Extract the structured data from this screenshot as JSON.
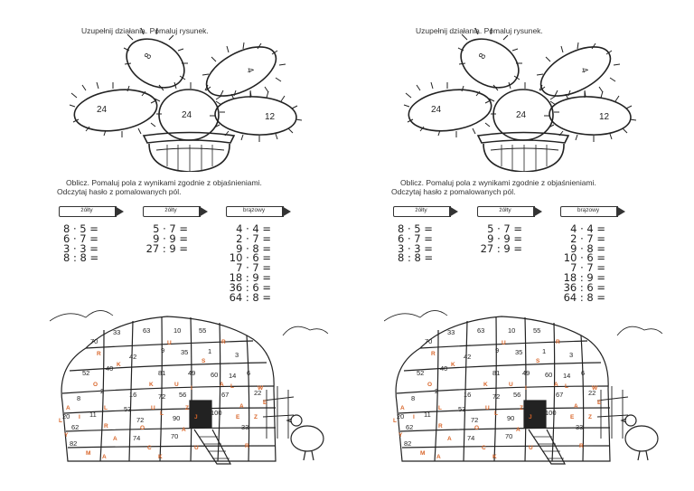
{
  "pages": [
    {
      "instruction1": "Uzupełnij działania. Pomaluj rysunek.",
      "cactus_numbers": [
        "8",
        "24",
        "24",
        "12",
        "4"
      ],
      "instruction2_line1": "Oblicz. Pomaluj pola z wynikami zgodnie z objaśnieniami.",
      "instruction2_line2": "Odczytaj hasło z pomalowanych pól.",
      "pencils": [
        "żółty",
        "żółty",
        "brązowy"
      ],
      "col1": [
        "8 · 5 =",
        "6 · 7 =",
        "3 · 3 =",
        "8 : 8 ="
      ],
      "col2": [
        "5 · 7 =",
        "9 · 9 =",
        "27 : 9 ="
      ],
      "col3": [
        "4 · 4 =",
        "2 · 7 =",
        "9 · 8 =",
        "10 · 6 =",
        "7 · 7 =",
        "18 : 9 =",
        "36 : 6 =",
        "64 : 8 ="
      ],
      "hut_numbers": [
        "70",
        "33",
        "63",
        "10",
        "55",
        "42",
        "9",
        "35",
        "1",
        "3",
        "52",
        "40",
        "81",
        "49",
        "60",
        "14",
        "6",
        "8",
        "2",
        "16",
        "72",
        "56",
        "67",
        "22",
        "20",
        "11",
        "53",
        "100",
        "62",
        "72",
        "90",
        "33",
        "82",
        "74",
        "70"
      ],
      "hut_letters": [
        "R",
        "U",
        "R",
        "K",
        "S",
        "O",
        "K",
        "U",
        "I",
        "A",
        "L",
        "W",
        "A",
        "L",
        "U",
        "Z",
        "A",
        "E",
        "R",
        "O",
        "L",
        "A",
        "J",
        "E",
        "Z",
        "I",
        "Y",
        "A",
        "C",
        "U",
        "R",
        "A",
        "L",
        "M",
        "K"
      ]
    },
    {
      "instruction1": "Uzupełnij działania. Pomaluj rysunek.",
      "cactus_numbers": [
        "8",
        "24",
        "24",
        "12",
        "4"
      ],
      "instruction2_line1": "Oblicz. Pomaluj pola z wynikami zgodnie z objaśnieniami.",
      "instruction2_line2": "Odczytaj hasło z pomalowanych pól.",
      "pencils": [
        "żółty",
        "żółty",
        "brązowy"
      ],
      "col1": [
        "8 · 5 =",
        "6 · 7 =",
        "3 · 3 =",
        "8 : 8 ="
      ],
      "col2": [
        "5 · 7 =",
        "9 · 9 =",
        "27 : 9 ="
      ],
      "col3": [
        "4 · 4 =",
        "2 · 7 =",
        "9 · 8 =",
        "10 · 6 =",
        "7 · 7 =",
        "18 : 9 =",
        "36 : 6 =",
        "64 : 8 ="
      ],
      "hut_numbers": [
        "70",
        "33",
        "63",
        "10",
        "55",
        "42",
        "9",
        "35",
        "1",
        "3",
        "52",
        "40",
        "81",
        "49",
        "60",
        "14",
        "6",
        "8",
        "2",
        "16",
        "72",
        "56",
        "67",
        "22",
        "20",
        "11",
        "53",
        "100",
        "62",
        "72",
        "90",
        "33",
        "82",
        "74",
        "70"
      ],
      "hut_letters": [
        "R",
        "U",
        "R",
        "K",
        "S",
        "O",
        "K",
        "U",
        "I",
        "A",
        "L",
        "W",
        "A",
        "L",
        "U",
        "Z",
        "A",
        "E",
        "R",
        "O",
        "L",
        "A",
        "J",
        "E",
        "Z",
        "I",
        "Y",
        "A",
        "C",
        "U",
        "R",
        "A",
        "L",
        "M",
        "K"
      ]
    }
  ],
  "colors": {
    "ink": "#222222",
    "letter_accent": "#d9662a",
    "paper": "#ffffff"
  }
}
